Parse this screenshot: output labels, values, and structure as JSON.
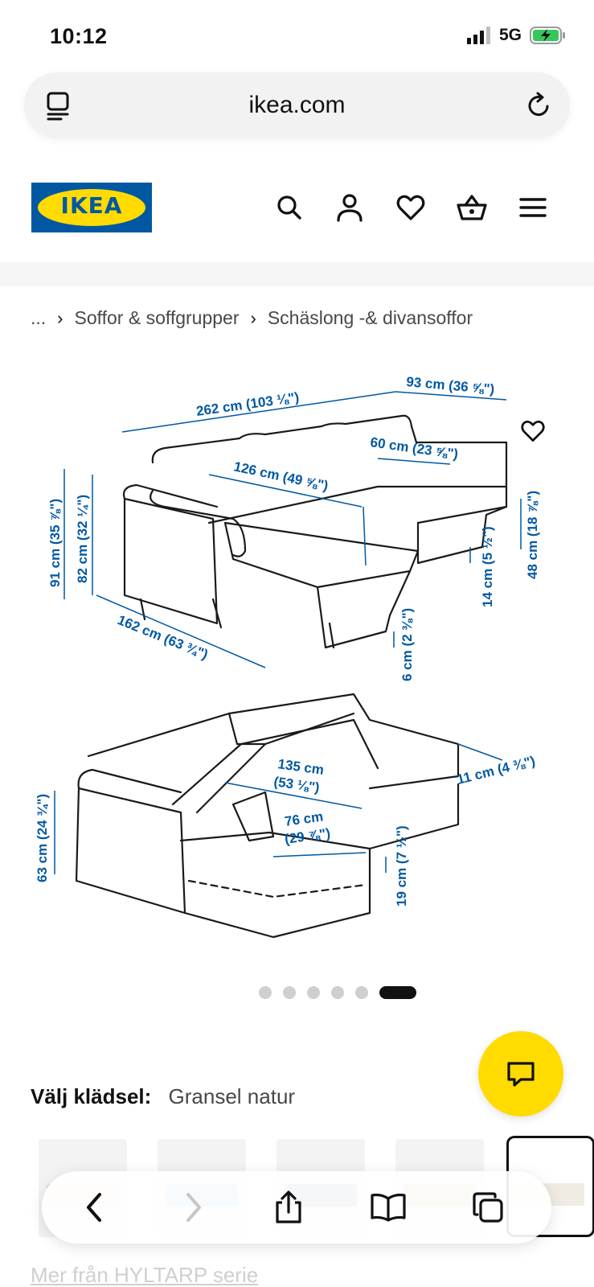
{
  "status_bar": {
    "time": "10:12",
    "network": "5G"
  },
  "browser": {
    "url_display": "ikea.com"
  },
  "site": {
    "logo_text": "IKEA",
    "brand_blue": "#0058a3",
    "brand_yellow": "#ffdb00"
  },
  "breadcrumb": {
    "items": [
      "...",
      "Soffor & soffgrupper",
      "Schäslong -& divansoffor"
    ]
  },
  "product_image": {
    "dimensions": [
      "262 cm (103 ⅛\")",
      "93 cm (36 ⅝\")",
      "60 cm (23 ⅝\")",
      "126 cm (49 ⅝\")",
      "91 cm (35 ⅞\")",
      "82 cm (32 ¼\")",
      "48 cm (18 ⅞\")",
      "14 cm (5 ½\")",
      "162 cm (63 ¾\")",
      "6 cm (2 ⅜\")",
      "135 cm",
      "(53 ⅛\")",
      "76 cm",
      "(29 ⅞\")",
      "11 cm (4 ⅜\")",
      "63 cm (24 ¾\")",
      "19 cm (7 ½\")"
    ]
  },
  "carousel": {
    "count": 6,
    "active_index": 5
  },
  "upholstery": {
    "label": "Välj klädsel:",
    "value": "Gransel natur"
  },
  "series_link": "Mer från HYLTARP serie",
  "swatch_colors": [
    "#e8e2d6",
    "#a9cde8",
    "#8d96a6",
    "#c9b79a",
    "#f0ece4"
  ]
}
